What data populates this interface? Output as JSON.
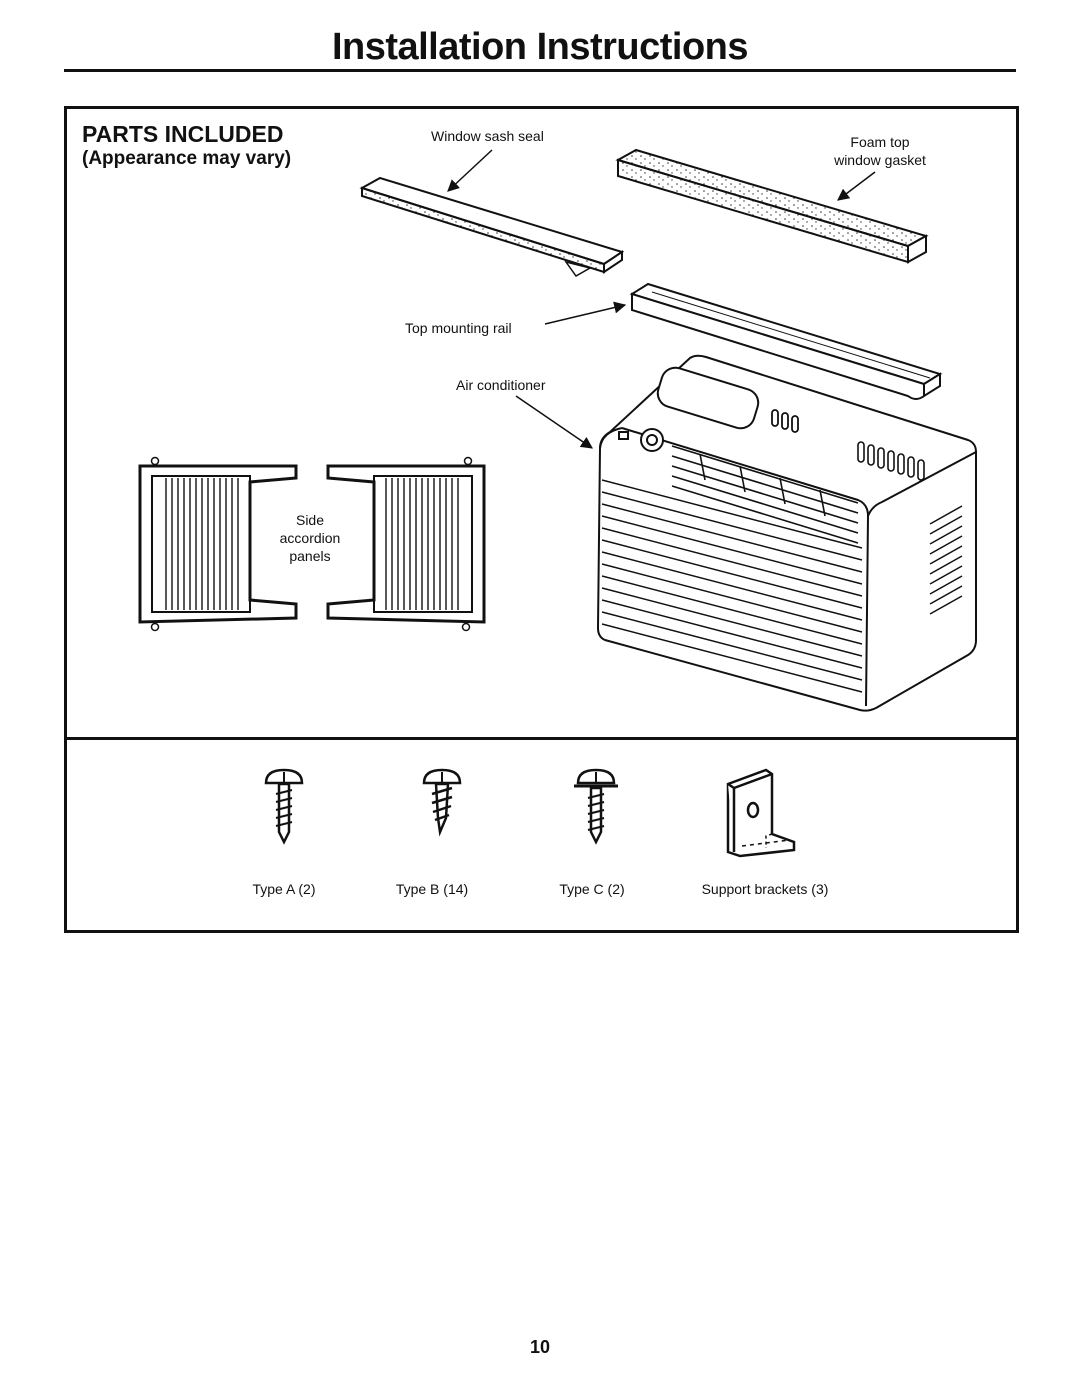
{
  "page": {
    "title": "Installation Instructions",
    "number": "10"
  },
  "parts": {
    "heading": "PARTS INCLUDED",
    "subheading": "(Appearance may vary)",
    "labels": {
      "window_sash_seal": "Window sash seal",
      "foam_top_line1": "Foam top",
      "foam_top_line2": "window gasket",
      "top_mounting_rail": "Top mounting rail",
      "air_conditioner": "Air conditioner",
      "side_line1": "Side",
      "side_line2": "accordion",
      "side_line3": "panels"
    }
  },
  "hardware": [
    {
      "label": "Type A (2)",
      "icon": "screw-type-a-icon"
    },
    {
      "label": "Type B (14)",
      "icon": "screw-type-b-icon"
    },
    {
      "label": "Type C (2)",
      "icon": "screw-type-c-icon"
    },
    {
      "label": "Support brackets (3)",
      "icon": "support-bracket-icon"
    }
  ]
}
